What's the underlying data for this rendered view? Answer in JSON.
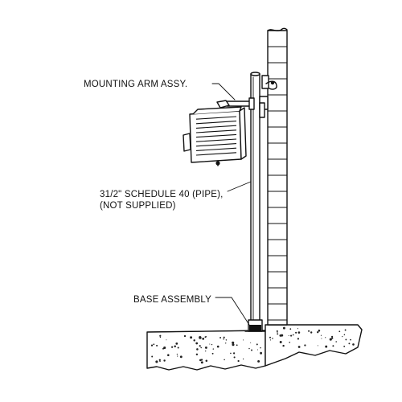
{
  "labels": {
    "mounting_arm": "MOUNTING ARM ASSY.",
    "pipe_line1": "31/2\" SCHEDULE 40 (PIPE),",
    "pipe_line2": "(NOT SUPPLIED)",
    "base_assembly": "BASE ASSEMBLY"
  }
}
